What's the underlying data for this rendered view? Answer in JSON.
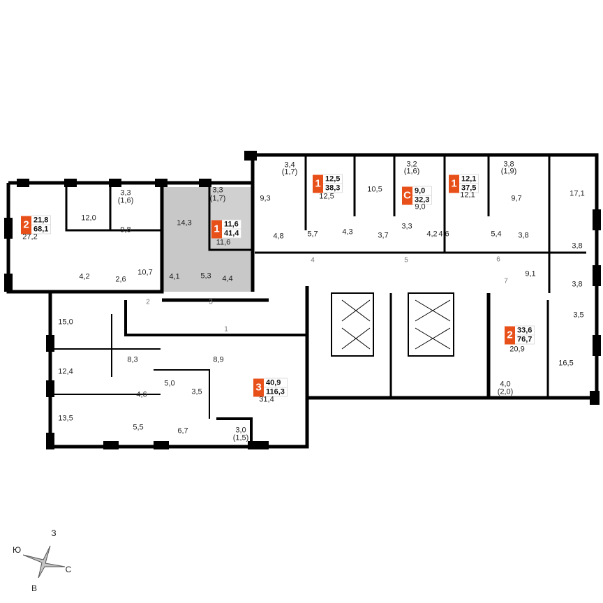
{
  "colors": {
    "accent": "#e8501a",
    "selected_fill": "#c8c8c8",
    "wall": "#000000"
  },
  "apartments": [
    {
      "type": "2",
      "living": "21,8",
      "total": "68,1",
      "rooms": [
        "27,2",
        "12,0",
        "9,8",
        "3,3",
        "(1,6)",
        "10,7",
        "4,2",
        "2,6"
      ]
    },
    {
      "type": "1",
      "living": "11,6",
      "total": "41,4",
      "selected": true,
      "rooms": [
        "11,6",
        "14,3",
        "3,3",
        "(1,7)",
        "4,1",
        "5,3",
        "4,4"
      ]
    },
    {
      "type": "1",
      "living": "12,5",
      "total": "38,3",
      "rooms": [
        "12,5",
        "3,4",
        "(1,7)",
        "9,3",
        "4,8",
        "5,7",
        "4,3"
      ]
    },
    {
      "type": "С",
      "living": "9,0",
      "total": "32,3",
      "rooms": [
        "9,0",
        "10,5",
        "3,2",
        "(1,6)",
        "3,3",
        "3,7",
        "4,2"
      ]
    },
    {
      "type": "1",
      "living": "12,1",
      "total": "37,5",
      "rooms": [
        "12,1",
        "3,8",
        "(1,9)",
        "9,7",
        "4,6",
        "5,4",
        "3,8"
      ]
    },
    {
      "type": "2",
      "living": "33,6",
      "total": "76,7",
      "rooms": [
        "20,9",
        "17,1",
        "3,8",
        "3,8",
        "9,1",
        "3,5",
        "16,5",
        "4,0",
        "(2,0)"
      ]
    },
    {
      "type": "3",
      "living": "40,9",
      "total": "116,3",
      "rooms": [
        "31,4",
        "15,0",
        "12,4",
        "13,5",
        "8,3",
        "8,9",
        "5,0",
        "4,6",
        "3,5",
        "5,5",
        "6,7",
        "3,0",
        "(1,5)"
      ]
    }
  ],
  "entrances": [
    "1",
    "2",
    "3",
    "4",
    "5",
    "6",
    "7"
  ],
  "compass": {
    "north": "С",
    "south": "Ю",
    "west": "З",
    "east": "В"
  }
}
